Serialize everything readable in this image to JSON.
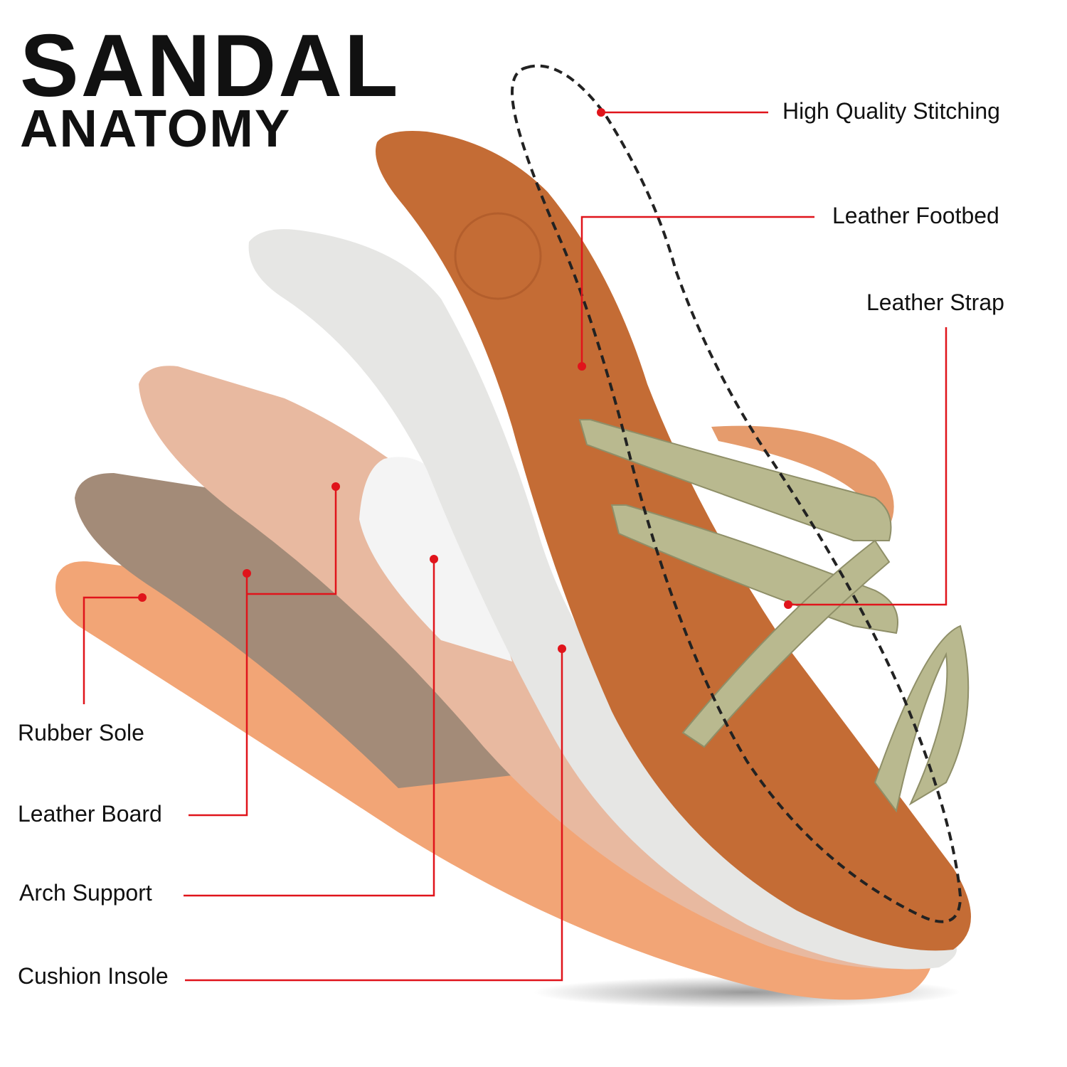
{
  "title": {
    "line1": "SANDAL",
    "line2": "ANATOMY"
  },
  "labels": {
    "stitching": "High Quality Stitching",
    "footbed": "Leather Footbed",
    "strap": "Leather Strap",
    "rubber_sole": "Rubber Sole",
    "leather_board": "Leather Board",
    "arch_support": "Arch Support",
    "cushion_insole": "Cushion Insole"
  },
  "colors": {
    "leader": "#e0141b",
    "rubber_sole": "#f2a576",
    "leather_board": "#a38b78",
    "cork": "#e8b9a0",
    "cushion": "#e6e6e4",
    "footbed": "#c46c35",
    "strap": "#b9b98f"
  }
}
